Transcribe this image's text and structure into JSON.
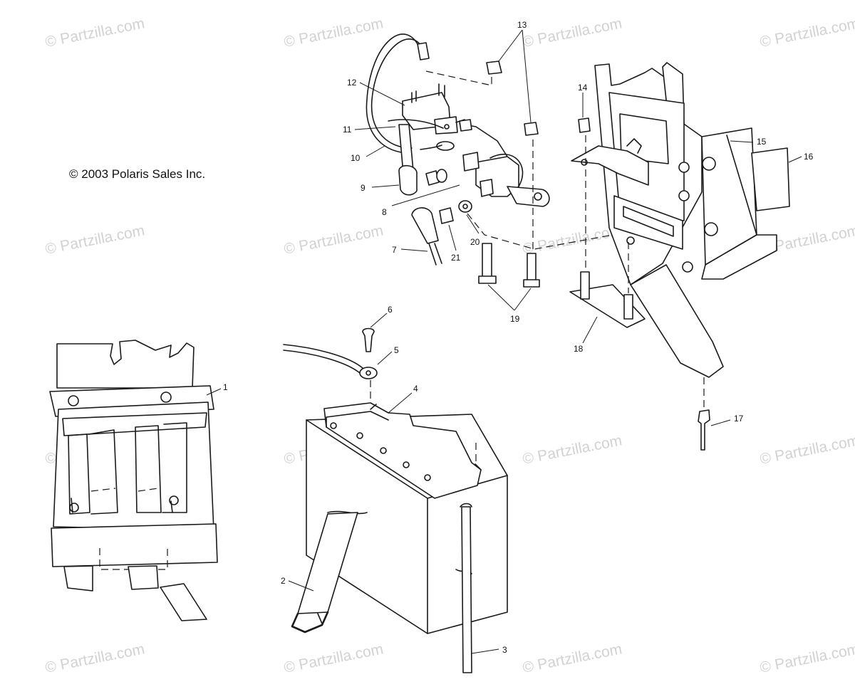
{
  "diagram": {
    "copyright": "© 2003 Polaris Sales Inc.",
    "watermark": "© Partzilla.com",
    "callouts": [
      "1",
      "2",
      "3",
      "4",
      "5",
      "6",
      "7",
      "8",
      "9",
      "10",
      "11",
      "12",
      "13",
      "14",
      "15",
      "16",
      "17",
      "18",
      "19",
      "20",
      "21"
    ]
  },
  "colors": {
    "line": "#1a1a1a",
    "watermark": "#d2d2d2",
    "background": "#ffffff"
  }
}
